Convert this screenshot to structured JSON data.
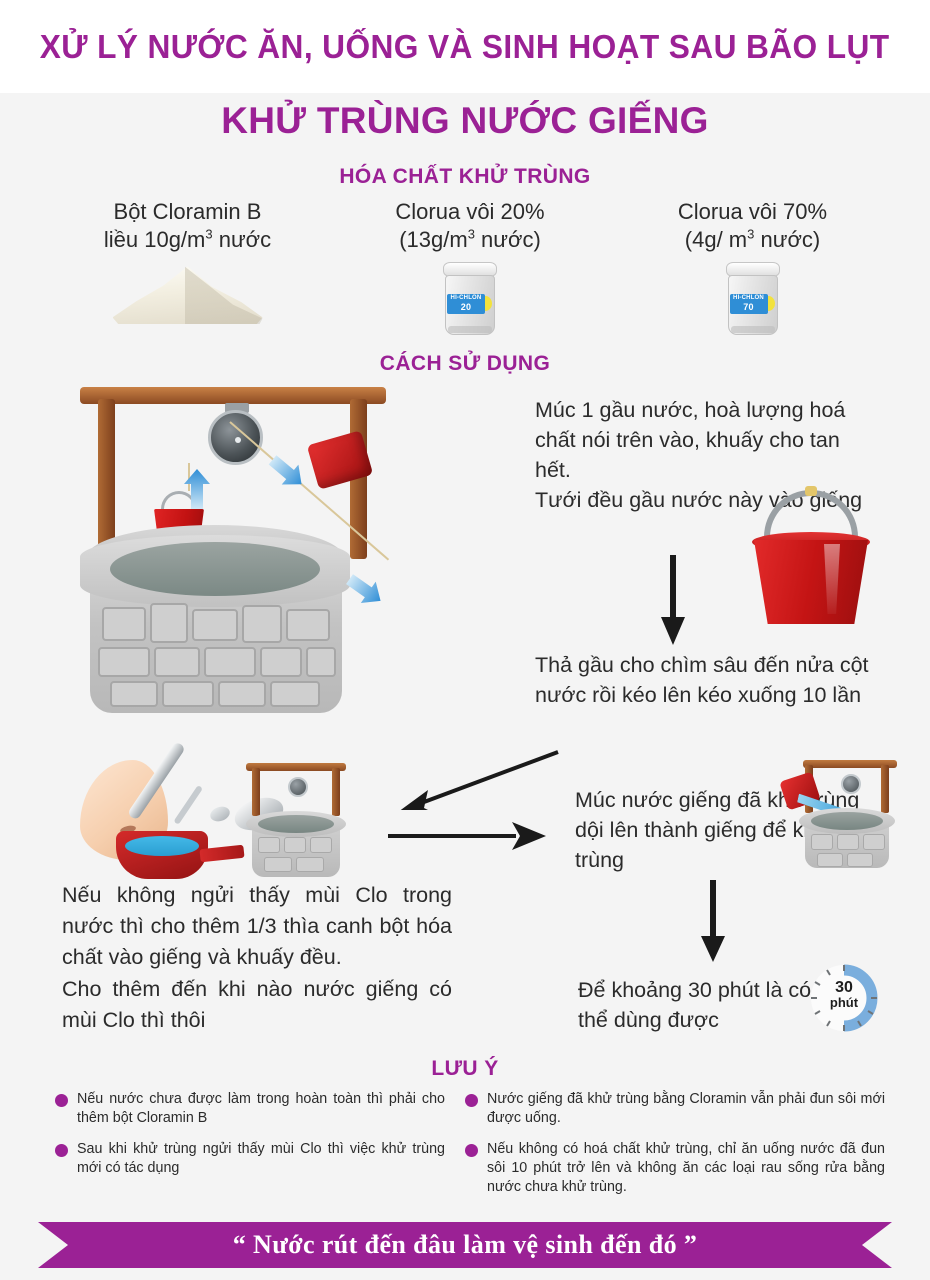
{
  "header": {
    "main_title": "XỬ LÝ NƯỚC ĂN, UỐNG VÀ SINH HOẠT SAU BÃO LỤT",
    "sub_title": "KHỬ TRÙNG NƯỚC GIẾNG",
    "accent_color": "#9b2195",
    "background_color": "#f4f4f4"
  },
  "chemicals": {
    "heading": "HÓA CHẤT KHỬ TRÙNG",
    "items": [
      {
        "line1": "Bột Cloramin B",
        "line2_pre": "liều 10g/m",
        "line2_sup": "3",
        "line2_post": " nước",
        "art": "powder-pile",
        "bottle_name": "",
        "bottle_num": ""
      },
      {
        "line1": "Clorua vôi 20%",
        "line2_pre": "(13g/m",
        "line2_sup": "3",
        "line2_post": " nước)",
        "art": "chemical-bucket",
        "bottle_name": "HI-CHLON",
        "bottle_num": "20"
      },
      {
        "line1": "Clorua vôi 70%",
        "line2_pre": "(4g/ m",
        "line2_sup": "3",
        "line2_post": " nước)",
        "art": "chemical-bucket",
        "bottle_name": "HI-CHLON",
        "bottle_num": "70"
      }
    ]
  },
  "usage": {
    "heading": "CÁCH SỬ DỤNG",
    "step1": "Múc 1 gầu nước, hoà lượng hoá chất nói trên vào, khuấy cho tan hết.\nTưới đều gầu nước này vào giếng",
    "step2": "Thả gầu cho chìm sâu đến nửa cột nước rồi kéo lên kéo xuống 10 lần",
    "step3": "Múc nước giếng đã khử trùng dội lên thành giếng để khử trùng",
    "step4": "Để khoảng 30 phút là có thể dùng được",
    "timer_number": "30",
    "timer_unit": "phút",
    "left_paragraph": "Nếu không ngửi thấy mùi Clo trong nước thì cho thêm  1/3 thìa canh bột hóa chất vào giếng và khuấy đều.\nCho thêm đến khi nào nước giếng có mùi Clo thì thôi"
  },
  "notes": {
    "heading": "LƯU Ý",
    "left": [
      "Nếu nước chưa được làm trong hoàn toàn thì phải cho thêm bột Cloramin B",
      "Sau khi khử trùng ngửi thấy mùi Clo thì việc khử trùng mới có tác dụng"
    ],
    "right": [
      "Nước giếng đã khử trùng bằng Cloramin vẫn phải đun sôi mới được uống.",
      "Nếu không có hoá chất khử trùng, chỉ ăn uống nước đã đun sôi 10 phút trở lên và không ăn các loại rau sống rửa bằng nước chưa khử trùng."
    ]
  },
  "footer": {
    "slogan": "“ Nước rút đến đâu làm vệ sinh đến đó  ”",
    "background_color": "#9b2195"
  }
}
